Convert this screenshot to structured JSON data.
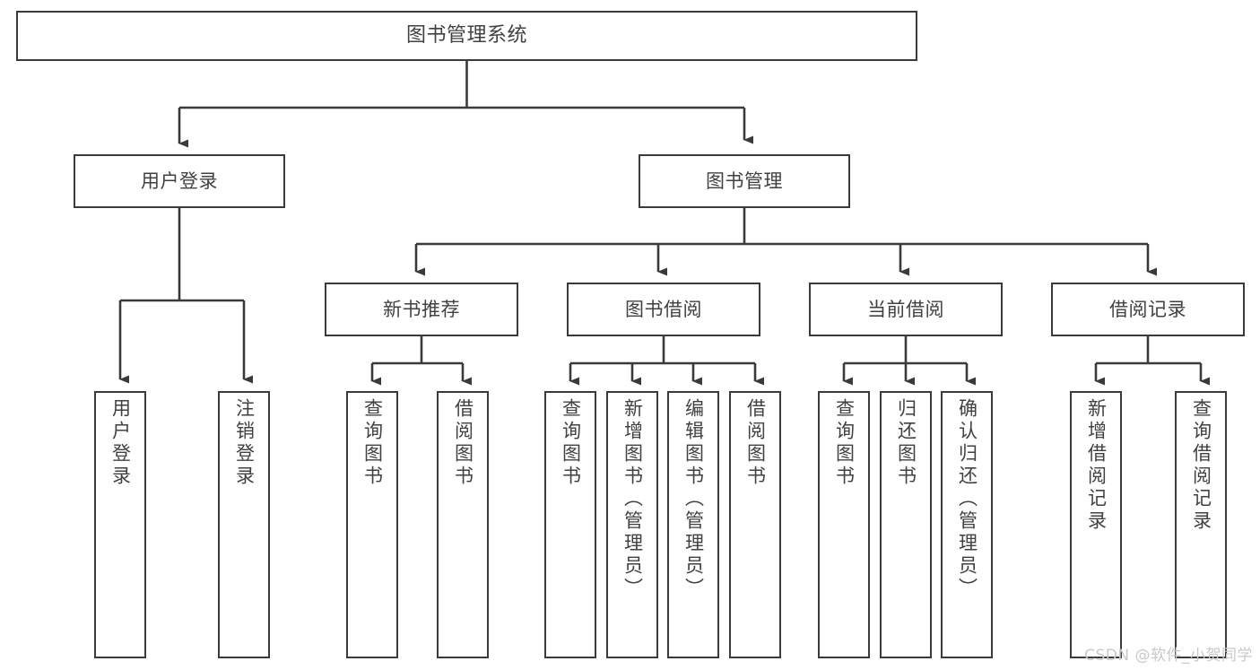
{
  "diagram": {
    "title": "图书管理系统",
    "type": "tree",
    "stroke_color": "#3a3a3a",
    "text_color": "#414141",
    "background_color": "#ffffff",
    "watermark": "CSDN @软件_小贺同学",
    "watermark_color": "#c9c9c9"
  },
  "nodes": {
    "root": {
      "label": "图书管理系统"
    },
    "level1": [
      {
        "id": "user-login",
        "label": "用户登录"
      },
      {
        "id": "book-manage",
        "label": "图书管理"
      }
    ],
    "level2": [
      {
        "id": "new-book-recommend",
        "label": "新书推荐"
      },
      {
        "id": "book-borrow",
        "label": "图书借阅"
      },
      {
        "id": "current-borrow",
        "label": "当前借阅"
      },
      {
        "id": "borrow-record",
        "label": "借阅记录"
      }
    ],
    "leaves": {
      "user_login": [
        {
          "id": "leaf-user-login",
          "label": "用户登录"
        },
        {
          "id": "leaf-logout",
          "label": "注销登录"
        }
      ],
      "new_book_recommend": [
        {
          "id": "leaf-query-book-1",
          "label": "查询图书"
        },
        {
          "id": "leaf-borrow-book-1",
          "label": "借阅图书"
        }
      ],
      "book_borrow": [
        {
          "id": "leaf-query-book-2",
          "label": "查询图书"
        },
        {
          "id": "leaf-add-book",
          "label": "新增图书（管理员）"
        },
        {
          "id": "leaf-edit-book",
          "label": "编辑图书（管理员）"
        },
        {
          "id": "leaf-borrow-book-2",
          "label": "借阅图书"
        }
      ],
      "current_borrow": [
        {
          "id": "leaf-query-book-3",
          "label": "查询图书"
        },
        {
          "id": "leaf-return-book",
          "label": "归还图书"
        },
        {
          "id": "leaf-confirm-return",
          "label": "确认归还（管理员）"
        }
      ],
      "borrow_record": [
        {
          "id": "leaf-add-record",
          "label": "新增借阅记录"
        },
        {
          "id": "leaf-query-record",
          "label": "查询借阅记录"
        }
      ]
    }
  }
}
